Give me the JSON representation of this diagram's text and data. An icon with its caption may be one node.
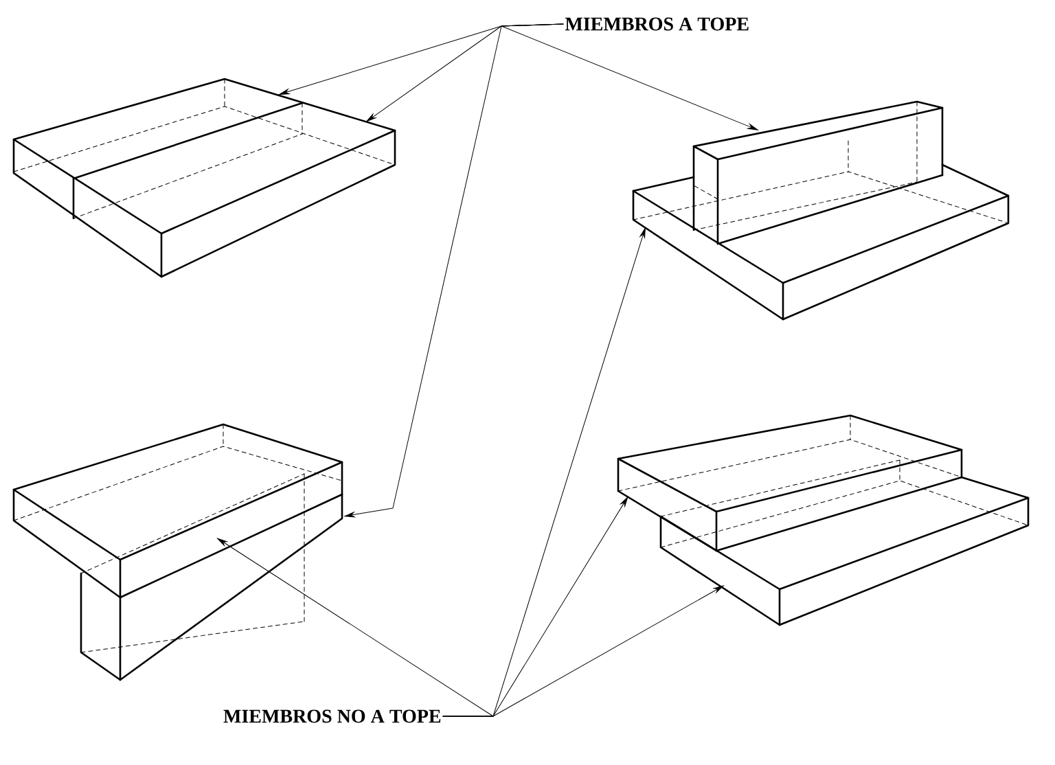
{
  "diagram": {
    "nodes": [
      {
        "text": [
          "MIEMBROS A TOPE"
        ]
      },
      {
        "text": [],
        "shape": "picture"
      },
      {
        "text": [],
        "shape": "picture"
      },
      {
        "text": [],
        "shape": "picture"
      },
      {
        "text": [],
        "shape": "picture"
      },
      {
        "text": [
          "MIEMBROS NO A TOPE"
        ]
      }
    ],
    "edges": [
      {
        "from": 0,
        "to": 1,
        "arrow": "to"
      },
      {
        "from": 0,
        "to": 1,
        "arrow": "to"
      },
      {
        "from": 0,
        "to": 2,
        "arrow": "to"
      },
      {
        "from": 0,
        "to": 3,
        "arrow": "to"
      },
      {
        "from": 5,
        "to": 3,
        "arrow": "to"
      },
      {
        "from": 5,
        "to": 2,
        "arrow": "to"
      },
      {
        "from": 5,
        "to": 4,
        "arrow": "to"
      },
      {
        "from": 5,
        "to": 4,
        "arrow": "to"
      }
    ]
  }
}
